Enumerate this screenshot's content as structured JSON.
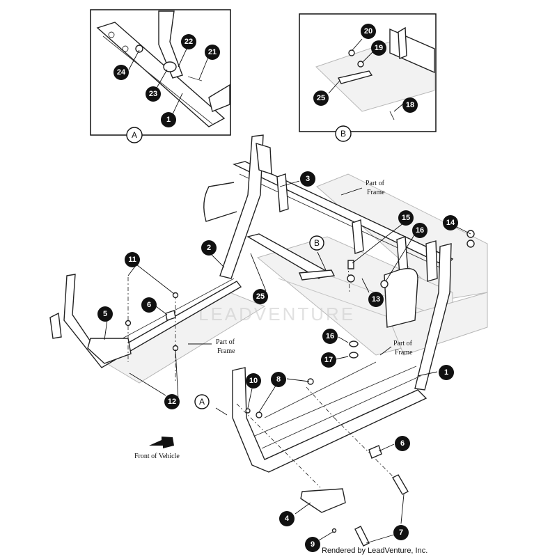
{
  "diagram": {
    "detail_a": {
      "label": "A",
      "callouts": [
        "24",
        "22",
        "21",
        "23",
        "1"
      ]
    },
    "detail_b": {
      "label": "B",
      "callouts": [
        "20",
        "19",
        "25",
        "18"
      ]
    },
    "callouts": [
      "3",
      "2",
      "14",
      "15",
      "16",
      "11",
      "6",
      "5",
      "13",
      "25",
      "16",
      "17",
      "1",
      "10",
      "8",
      "12",
      "6",
      "4",
      "7",
      "9"
    ],
    "notes": {
      "part_of_frame_top": [
        "Part of",
        "Frame"
      ],
      "part_of_frame_left": [
        "Part of",
        "Frame"
      ],
      "part_of_frame_right": [
        "Part of",
        "Frame"
      ],
      "front_of_vehicle": "Front of Vehicle"
    },
    "pointer_labels": {
      "a": "A",
      "b": "B"
    },
    "watermark": "LEADVENTURE",
    "credit": "Rendered by LeadVenture, Inc."
  }
}
